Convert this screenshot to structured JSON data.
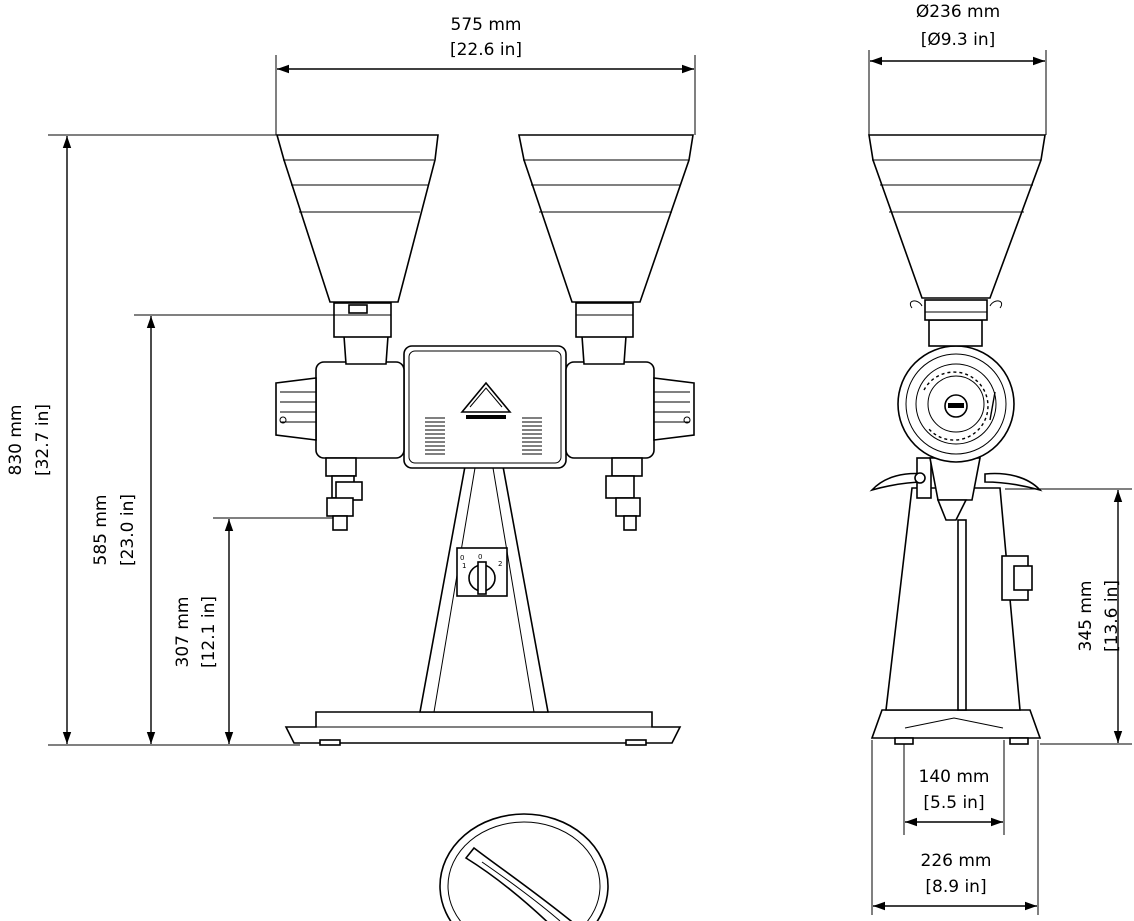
{
  "dimensions": {
    "width_total": {
      "metric": "575 mm",
      "imperial": "[22.6 in]"
    },
    "hopper_diameter": {
      "metric": "Ø236 mm",
      "imperial": "[Ø9.3 in]"
    },
    "height_total": {
      "metric": "830 mm",
      "imperial": "[32.7 in]"
    },
    "height_grind_body": {
      "metric": "585 mm",
      "imperial": "[23.0 in]"
    },
    "height_spout": {
      "metric": "307 mm",
      "imperial": "[12.1 in]"
    },
    "height_fork": {
      "metric": "345 mm",
      "imperial": "[13.6 in]"
    },
    "base_inner": {
      "metric": "140 mm",
      "imperial": "[5.5 in]"
    },
    "base_outer": {
      "metric": "226 mm",
      "imperial": "[8.9 in]"
    }
  },
  "colors": {
    "line": "#000000",
    "background": "#ffffff"
  },
  "icons": [
    "front-view-grinder",
    "side-view-grinder",
    "hopper-lid"
  ]
}
